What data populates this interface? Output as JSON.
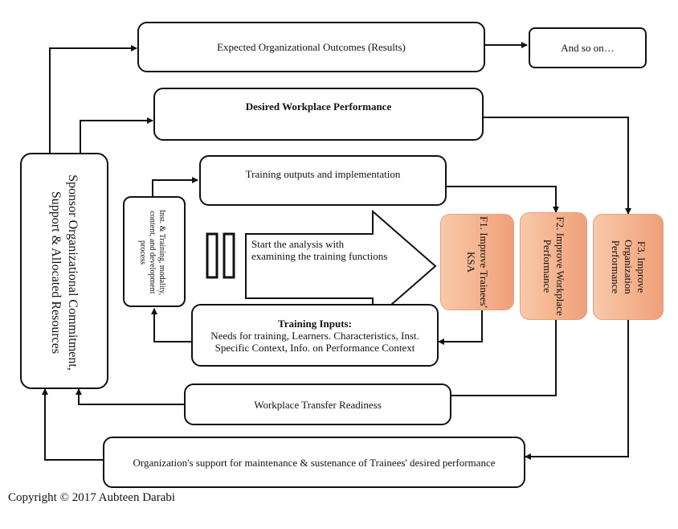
{
  "diagram": {
    "sponsor": "Sponsor Organizational Commitment, Support & Allocated Resources",
    "outcomes": "Expected Organizational Outcomes (Results)",
    "and_so_on": "And so on…",
    "desired_performance": "Desired Workplace Performance",
    "training_outputs": "Training outputs and implementation",
    "inst_training": "Inst. & Training, modality, content, and development process",
    "start_analysis": "Start the analysis with examining the training functions",
    "training_inputs_title": "Training Inputs:",
    "training_inputs_line1": "Needs for training, Learners. Characteristics, Inst.",
    "training_inputs_line2": "Specific Context, Info. on Performance Context",
    "f1": "F1. Improve Trainees' KSA",
    "f2": "F2. Improve Workplace Performance",
    "f3": "F3. Improve Organization Performance",
    "transfer_readiness": "Workplace Transfer Readiness",
    "org_support": "Organization's support for maintenance & sustenance of Trainees' desired performance",
    "colors": {
      "stroke": "#111111",
      "f_box_fill": "#f4b08b"
    }
  },
  "copyright": "Copyright © 2017 Aubteen Darabi"
}
